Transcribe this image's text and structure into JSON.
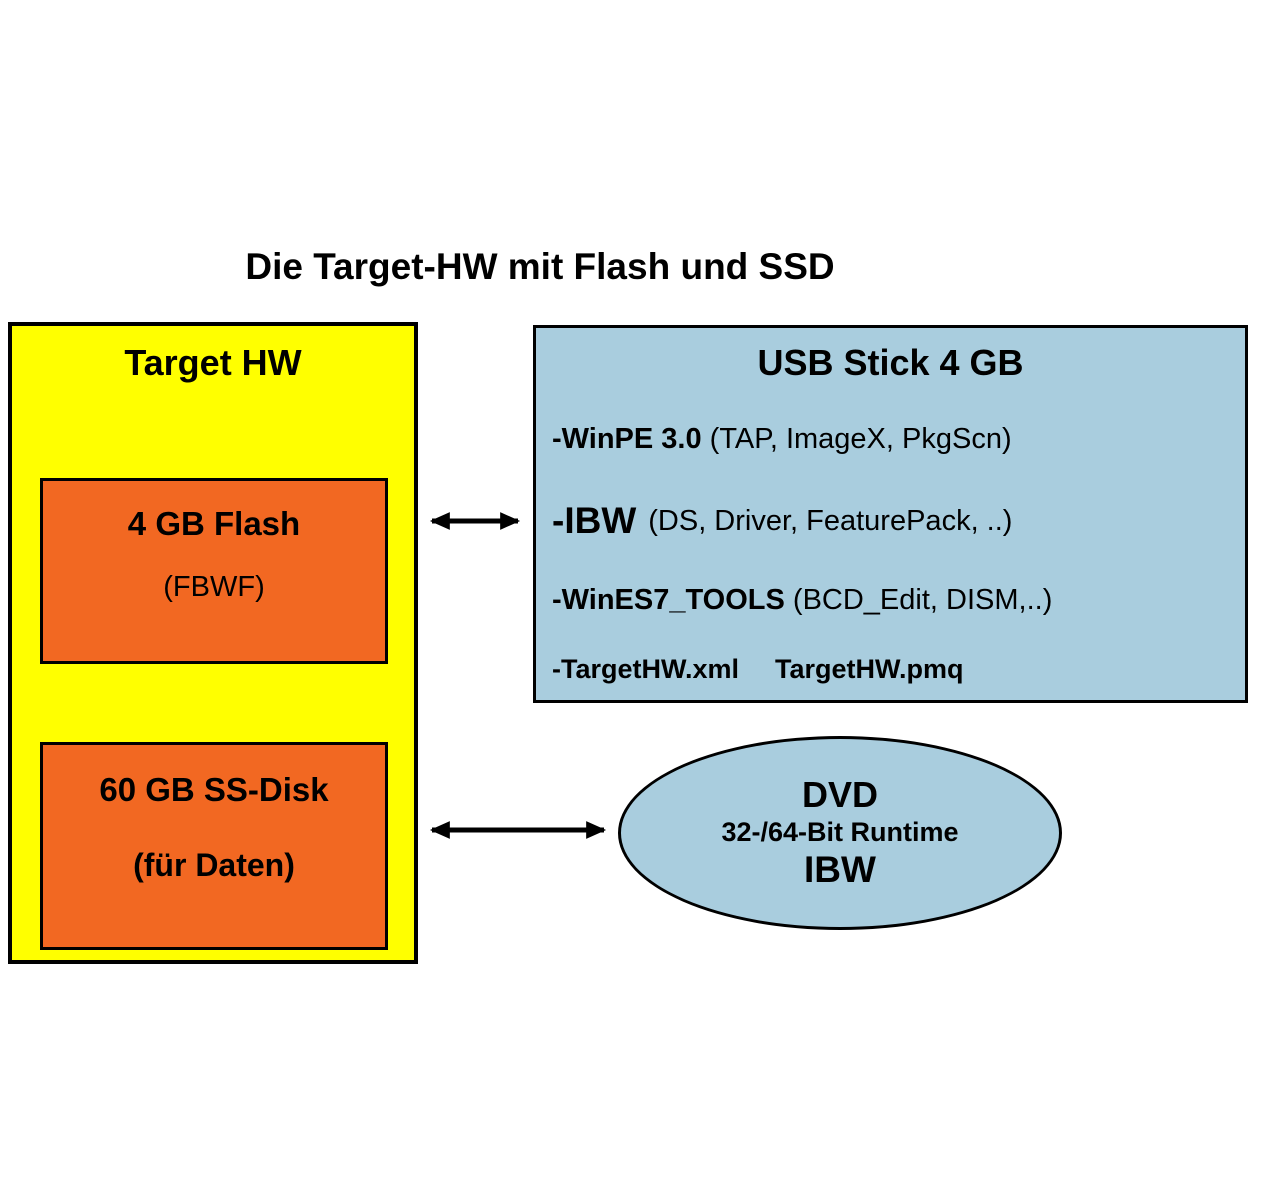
{
  "title": "Die Target-HW mit Flash und SSD",
  "colors": {
    "target_box": "#FFFF00",
    "inner_boxes": "#F26822",
    "usb_and_dvd": "#A9CDDE",
    "border": "#000000",
    "text": "#000000"
  },
  "target_hw": {
    "title": "Target HW",
    "flash": {
      "name": "4 GB Flash",
      "note": "(FBWF)"
    },
    "ssd": {
      "name": "60 GB SS-Disk",
      "note": "(für Daten)"
    }
  },
  "usb_stick": {
    "title": "USB Stick 4 GB",
    "winpe": {
      "bold": "-WinPE 3.0",
      "rest": " (TAP, ImageX, PkgScn)"
    },
    "ibw": {
      "bold": "-IBW",
      "rest": "(DS, Driver, FeaturePack, ..)"
    },
    "tools": {
      "bold": "-WinES7_TOOLS",
      "rest": " (BCD_Edit, DISM,..)"
    },
    "files": {
      "file1": "-TargetHW.xml",
      "file2": "TargetHW.pmq"
    }
  },
  "dvd": {
    "title": "DVD",
    "subtitle": "32-/64-Bit Runtime",
    "label": "IBW"
  }
}
